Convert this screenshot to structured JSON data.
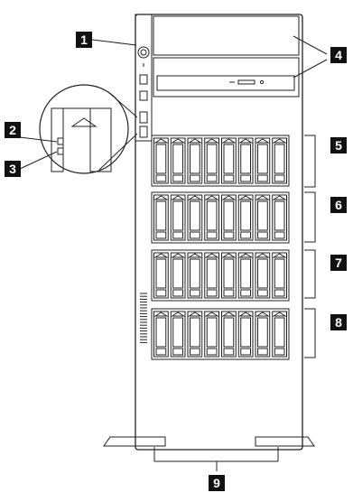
{
  "callouts": {
    "c1": "1",
    "c2": "2",
    "c3": "3",
    "c4": "4",
    "c5": "5",
    "c6": "6",
    "c7": "7",
    "c8": "8",
    "c9": "9"
  },
  "drive_bays": {
    "groups": 4,
    "drives_per_group": 8
  },
  "colors": {
    "line": "#222222",
    "callout_bg": "#111111",
    "callout_text": "#ffffff",
    "background": "#ffffff"
  }
}
